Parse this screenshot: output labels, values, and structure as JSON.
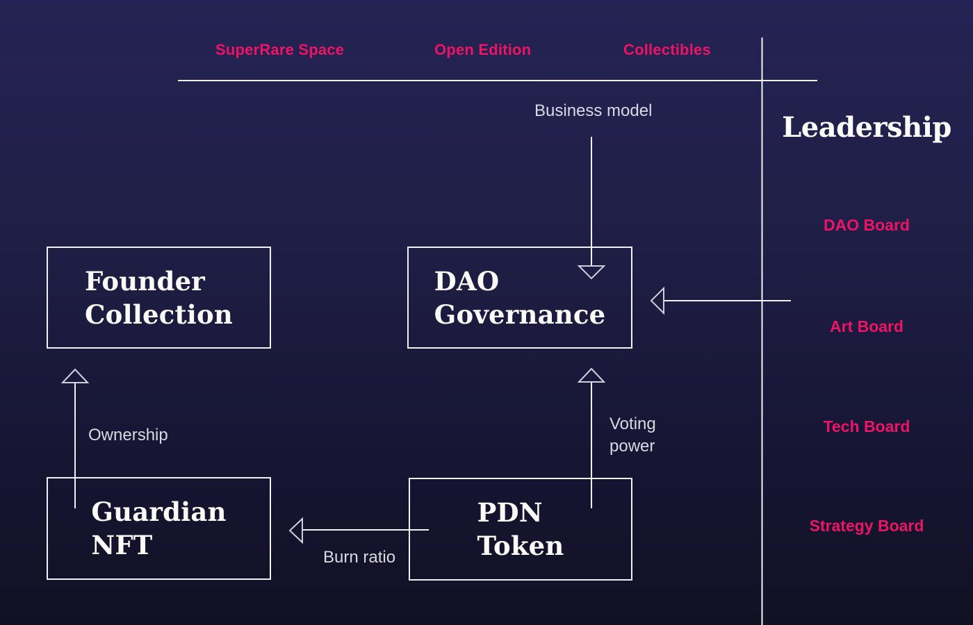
{
  "palette": {
    "background_top": "#242353",
    "background_bottom": "#111124",
    "accent_pink": "#ee1465",
    "line_white": "#f2f2f6",
    "muted_label_text": "#d9d9e2",
    "node_text": "#fbfaf6"
  },
  "top_menu": {
    "items": [
      {
        "label": "SuperRare Space"
      },
      {
        "label": "Open Edition"
      },
      {
        "label": "Collectibles"
      }
    ]
  },
  "leadership": {
    "title": "Leadership",
    "boards": [
      "DAO Board",
      "Art Board",
      "Tech Board",
      "Strategy Board"
    ]
  },
  "nodes": {
    "founder": {
      "line1": "Founder",
      "line2": "Collection"
    },
    "dao": {
      "line1": "DAO",
      "line2": "Governance"
    },
    "guardian": {
      "line1": "Guardian",
      "line2": "NFT"
    },
    "pdn": {
      "line1": "PDN",
      "line2": "Token"
    }
  },
  "edge_labels": {
    "business_model": "Business model",
    "ownership": "Ownership",
    "voting_power": "Voting power",
    "burn_ratio": "Burn ratio"
  }
}
